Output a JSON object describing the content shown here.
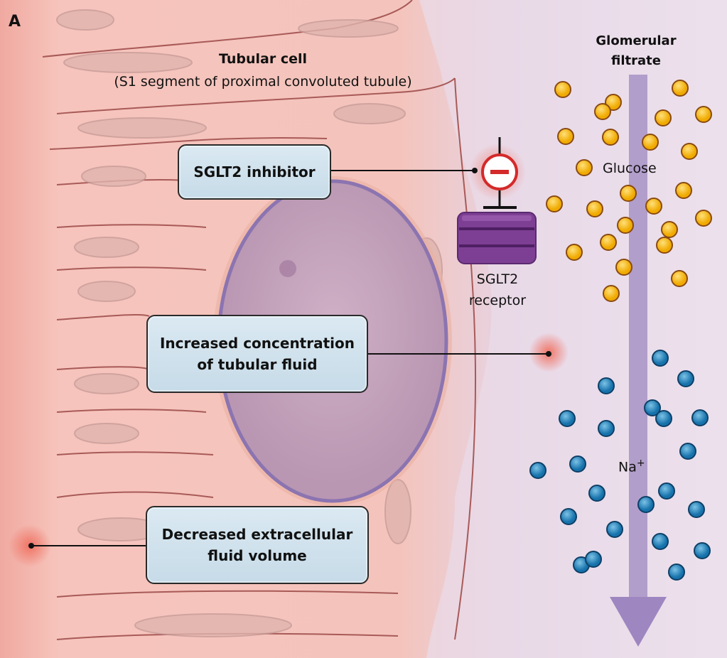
{
  "panel_letter": "A",
  "cell": {
    "title": "Tubular cell",
    "subtitle": "(S1 segment of proximal convoluted tubule)"
  },
  "filtrate": {
    "title_line1": "Glomerular",
    "title_line2": "filtrate"
  },
  "particles": {
    "glucose_label": "Glucose",
    "sodium_label": "Na",
    "sodium_superscript": "+"
  },
  "receptor": {
    "line1": "SGLT2",
    "line2": "receptor"
  },
  "inhibitor_symbol": "−",
  "callouts": {
    "inhibitor": "SGLT2 inhibitor",
    "tubular_line1": "Increased concentration",
    "tubular_line2": "of tubular fluid",
    "ecf_line1": "Decreased extracellular",
    "ecf_line2": "fluid volume"
  },
  "colors": {
    "cell": "#f4c0b8",
    "lumen": "#ece0ec",
    "nucleus": "#c9a6bf",
    "glucose": "#f5b912",
    "sodium": "#1d7fb5",
    "receptor": "#7d3f93",
    "inhibit": "#e03030",
    "arrow": "#9e86c0"
  }
}
